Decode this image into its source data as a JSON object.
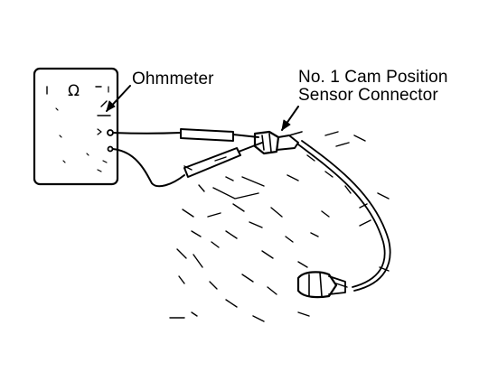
{
  "labels": {
    "ohmmeter": "Ohmmeter",
    "sensor_line1": "No. 1 Cam Position",
    "sensor_line2": "Sensor Connector"
  },
  "meter": {
    "display_glyph": "Ω"
  },
  "colors": {
    "ink": "#000000",
    "paper": "#ffffff"
  }
}
